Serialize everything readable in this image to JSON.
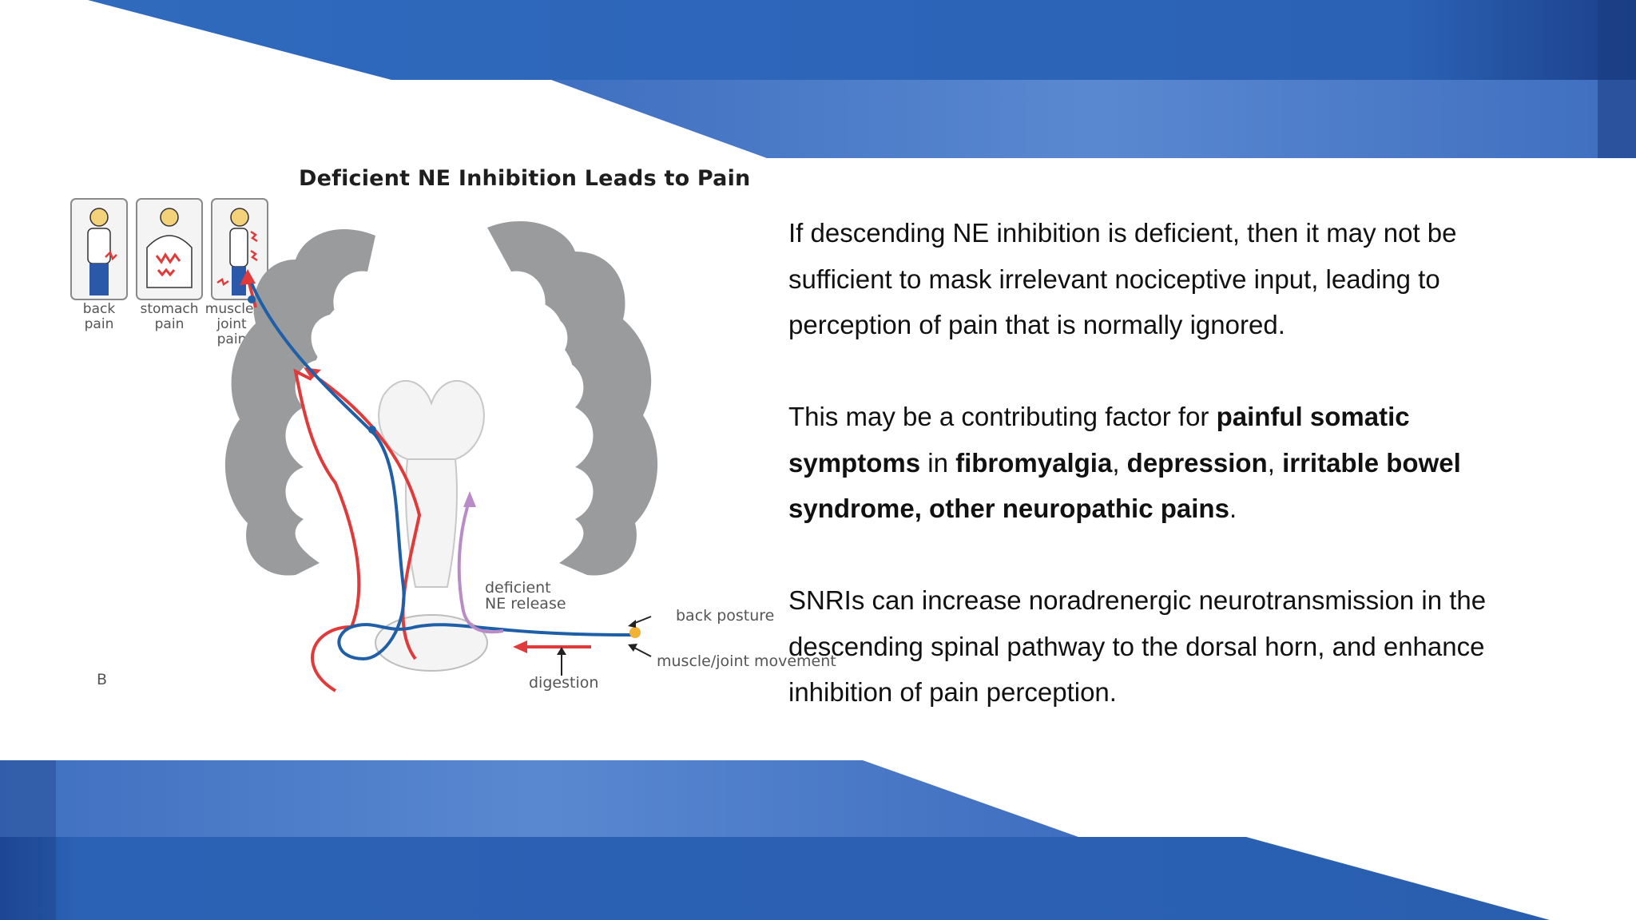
{
  "figure": {
    "title": "Deficient NE Inhibition Leads to Pain",
    "panel_labels": [
      "back\npain",
      "stomach\npain",
      "muscle/\njoint\npain"
    ],
    "annotations": {
      "deficient_release": "deficient\nNE release",
      "back_posture": "back posture",
      "muscle_joint": "muscle/joint movement",
      "digestion": "digestion"
    },
    "corner_label": "B"
  },
  "text": {
    "p1": " If descending NE inhibition is deficient, then it may not be sufficient to mask irrelevant nociceptive input, leading to perception of pain that is normally ignored.",
    "p2": {
      "t1": "This may be a contributing factor for ",
      "b1": "painful somatic symptoms",
      "t2": " in ",
      "b2": "fibromyalgia",
      "t3": ", ",
      "b3": "depression",
      "t4": ", ",
      "b4": "irritable bowel syndrome, other neuropathic pains",
      "t5": "."
    },
    "p3": "SNRIs can increase noradrenergic neurotransmission in the descending spinal pathway to the dorsal horn, and enhance inhibition of pain perception."
  },
  "colors": {
    "primary_blue": "#2a5fb0",
    "light_blue": "#5b8ad0",
    "arrow_red": "#e03a3a",
    "pathway_blue": "#1f5fa8",
    "pathway_purple": "#b98cc8",
    "brain_gray": "#9a9b9d"
  }
}
